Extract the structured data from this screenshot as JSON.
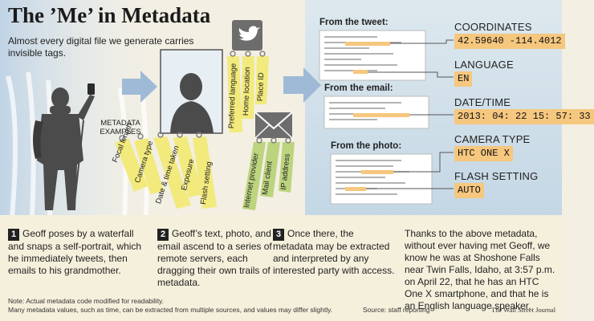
{
  "header": {
    "title": "The ’Me’ in Metadata",
    "subtitle": "Almost every digital file we generate carries invisible tags."
  },
  "diagram": {
    "metadata_examples_label": "METADATA\nEXAMPLES",
    "photo_tags": [
      "Focal length",
      "Camera type",
      "Date & time taken",
      "Exposure",
      "Flash setting"
    ],
    "tweet_tags": [
      "Preferred language",
      "Home location",
      "Place ID"
    ],
    "email_tags": [
      "Internet provider",
      "Mail client",
      "IP address"
    ],
    "sources": [
      {
        "heading": "From the tweet:"
      },
      {
        "heading": "From the email:"
      },
      {
        "heading": "From the photo:"
      }
    ],
    "fields": [
      {
        "label": "COORDINATES",
        "value": "42.59640 -114.4012"
      },
      {
        "label": "LANGUAGE",
        "value": "EN"
      },
      {
        "label": "DATE/TIME",
        "value": "2013: 04: 22 15: 57: 33"
      },
      {
        "label": "CAMERA TYPE",
        "value": "HTC ONE X"
      },
      {
        "label": "FLASH SETTING",
        "value": "AUTO"
      }
    ],
    "icons": {
      "tweet": "twitter-bird-icon",
      "email": "envelope-icon",
      "arrow": "right-arrow-icon"
    },
    "colors": {
      "tag_yellow": "#f2ea7c",
      "tag_green": "#bcd47e",
      "value_orange": "#f6c77e",
      "panel_blue": "#b9d3ea",
      "silhouette": "#4b4b4b"
    }
  },
  "steps": [
    {
      "number": "1",
      "text": "Geoff poses by a waterfall and snaps a self-portrait, which he immediately tweets, then emails to his grandmother."
    },
    {
      "number": "2",
      "text": "Geoff’s text, photo, and email ascend to a series of remote servers, each dragging their own trails of metadata."
    },
    {
      "number": "3",
      "text": "Once there, the metadata may be extracted and interpreted by any interested party with access."
    }
  ],
  "conclusion": "Thanks to the above metadata, without ever having met Geoff, we know he was at Shoshone Falls near Twin Falls, Idaho, at 3:57 p.m. on April 22, that he has an HTC One X smartphone, and that he is an English language speaker.",
  "footer": {
    "note1": "Note: Actual metadata code modified for readability.",
    "note2": "Many metadata values, such as time, can be extracted from multiple sources, and values may differ slightly.",
    "source": "Source: staff reporting",
    "credit": "The Wall Street Journal"
  }
}
